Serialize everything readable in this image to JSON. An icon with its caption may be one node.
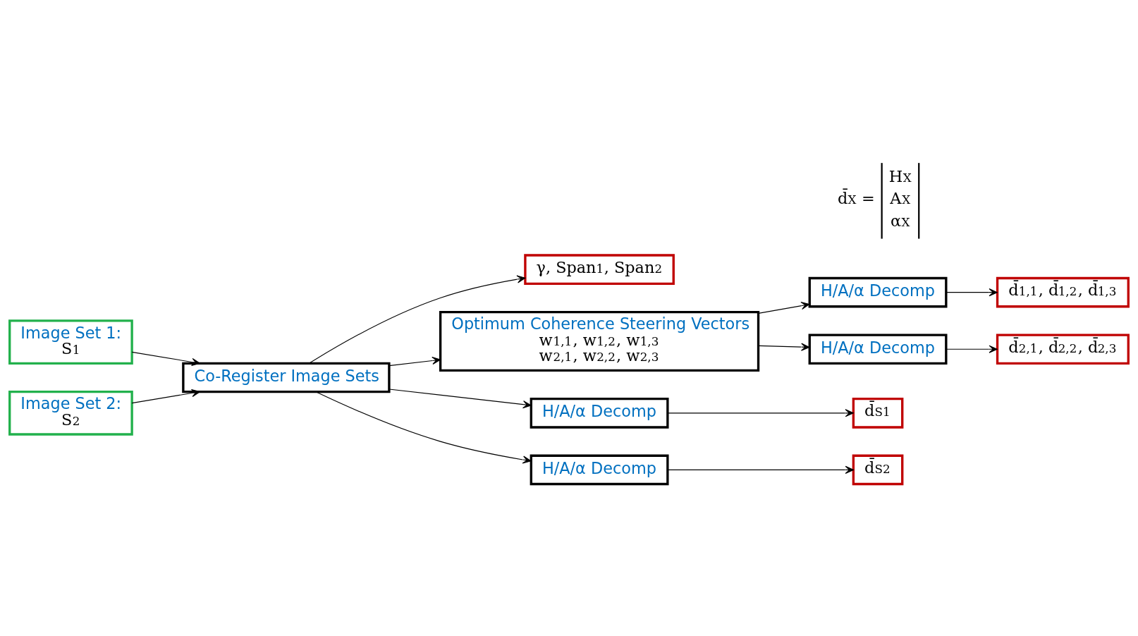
{
  "diagram": {
    "nodes": [
      {
        "text": [
          "Image Set 1:",
          "S$_{1}$"
        ]
      },
      {
        "text": [
          "Image Set 2:",
          "S$_{2}$"
        ]
      },
      {
        "text": [
          "Co-Register Image Sets"
        ]
      },
      {
        "text": [
          "γ, Span$_{1}$, Span$_{2}$"
        ]
      },
      {
        "text": [
          "Optimum Coherence Steering Vectors",
          "w$_{1,1}$, w$_{1,2}$, w$_{1,3}$",
          "w$_{2,1}$, w$_{2,2}$, w$_{2,3}$"
        ]
      },
      {
        "text": [
          "H/A/α Decomp"
        ]
      },
      {
        "text": [
          "d̄$_{S1}$"
        ]
      },
      {
        "text": [
          "H/A/α Decomp"
        ]
      },
      {
        "text": [
          "d̄$_{S2}$"
        ]
      },
      {
        "text": [
          "H/A/α Decomp"
        ]
      },
      {
        "text": [
          "d̄$_{1,1}$, d̄$_{1,2}$, d̄$_{1,3}$"
        ]
      },
      {
        "text": [
          "H/A/α Decomp"
        ]
      },
      {
        "text": [
          "d̄$_{2,1}$, d̄$_{2,2}$, d̄$_{2,3}$"
        ]
      }
    ],
    "edges": [
      {
        "from": 0,
        "to": 2,
        "arrow": "to"
      },
      {
        "from": 1,
        "to": 2,
        "arrow": "to"
      },
      {
        "from": 2,
        "to": 5,
        "arrow": "to"
      },
      {
        "from": 2,
        "to": 7,
        "arrow": "to"
      },
      {
        "from": 2,
        "to": 3,
        "arrow": "to"
      },
      {
        "from": 2,
        "to": 4,
        "arrow": "to"
      },
      {
        "from": 5,
        "to": 6,
        "arrow": "to"
      },
      {
        "from": 7,
        "to": 8,
        "arrow": "to"
      },
      {
        "from": 4,
        "to": 9,
        "arrow": "to"
      },
      {
        "from": 4,
        "to": 11,
        "arrow": "to"
      },
      {
        "from": 9,
        "to": 10,
        "arrow": "to"
      },
      {
        "from": 11,
        "to": 12,
        "arrow": "to"
      }
    ],
    "labels": [
      "d̄$_{X}$ =",
      "H$_{X}$",
      "A$_{X}$",
      "α$_{X}$"
    ]
  }
}
